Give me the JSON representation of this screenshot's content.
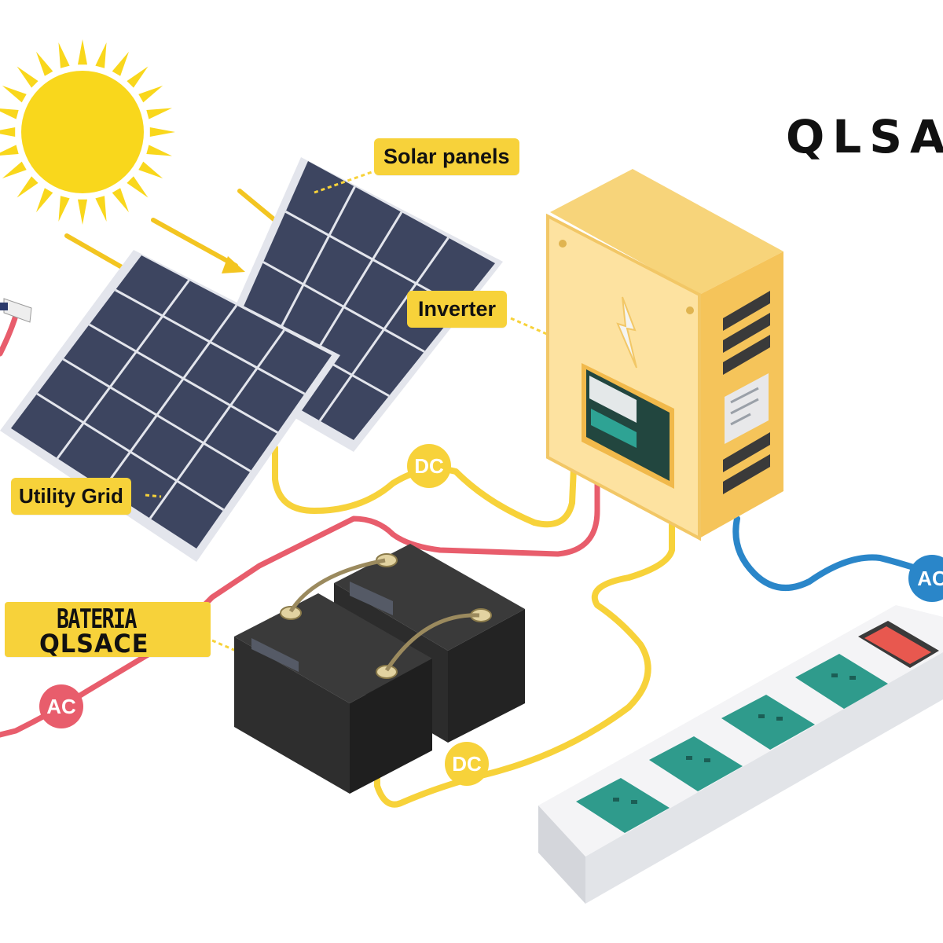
{
  "labels": {
    "solar_panels": "Solar panels",
    "inverter": "Inverter",
    "utility_grid": "Utility Grid",
    "battery_line1": "BATERIA",
    "battery_line2": "QLSACE"
  },
  "logo": "QLSA",
  "badges": {
    "dc_top": "DC",
    "dc_bottom": "DC",
    "ac_left": "AC",
    "ac_right": "AC"
  },
  "colors": {
    "sun": "#f9d71c",
    "callout": "#f7d23a",
    "dc_wire": "#f7d23a",
    "ac_grid_wire": "#e85d6c",
    "ac_load_wire": "#2a86c9",
    "panel": "#3d4560",
    "inverter": "#fad98a",
    "battery": "#2e2e2e",
    "outlet": "#2f9b8c"
  },
  "icons": [
    "sun-icon",
    "lightning-icon",
    "arrow-icon",
    "plug-icon"
  ]
}
